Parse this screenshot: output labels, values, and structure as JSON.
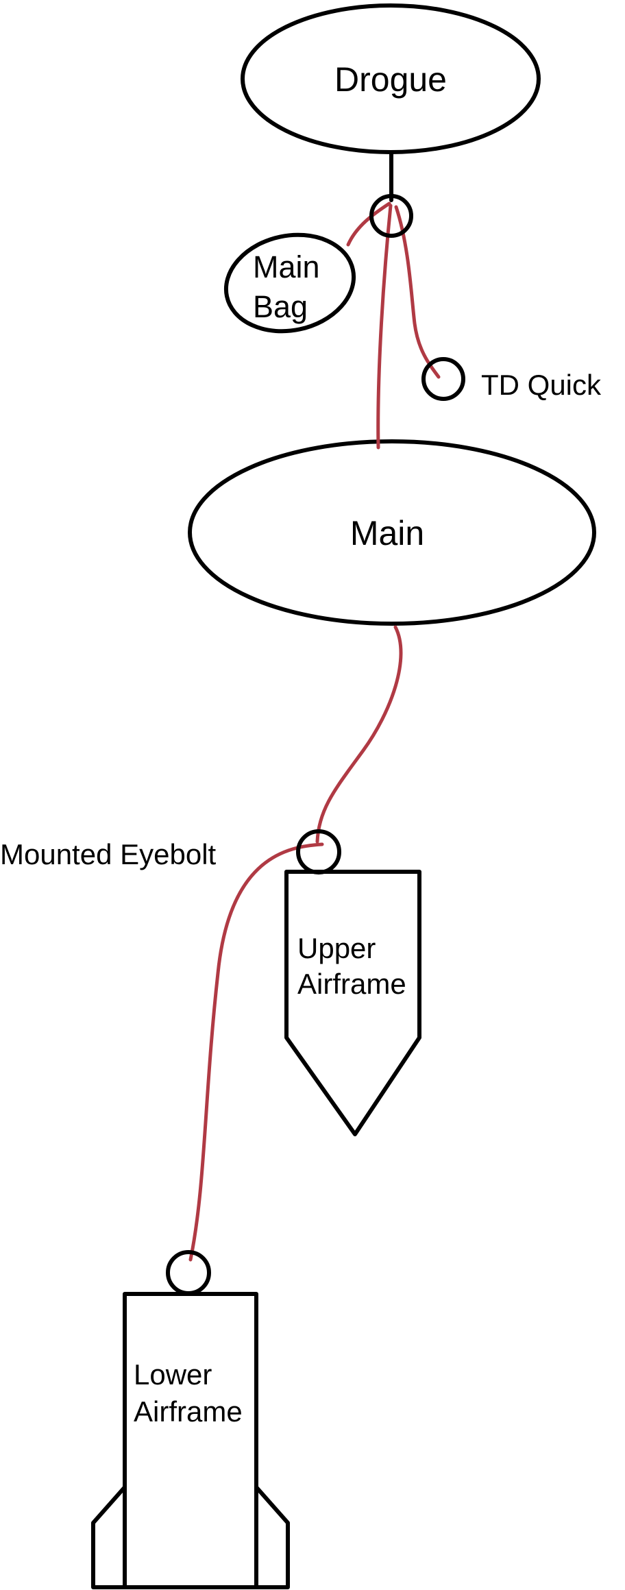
{
  "diagram": {
    "colors": {
      "outline": "#000000",
      "shock_cord": "#b03a44",
      "background": "#ffffff"
    },
    "labels": {
      "drogue": "Drogue",
      "main_bag_line1": "Main",
      "main_bag_line2": "Bag",
      "td_quick": "TD Quick",
      "main": "Main",
      "mounted_eyebolt": "Mounted Eyebolt",
      "upper_airframe_line1": "Upper",
      "upper_airframe_line2": "Airframe",
      "lower_airframe_line1": "Lower",
      "lower_airframe_line2": "Airframe"
    }
  }
}
